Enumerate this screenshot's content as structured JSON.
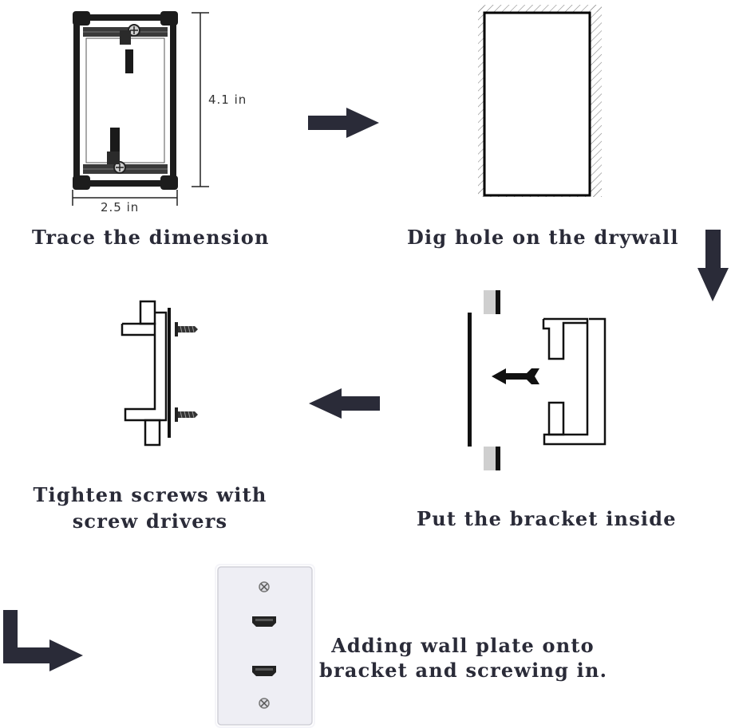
{
  "steps": {
    "trace": {
      "caption": "Trace the dimension",
      "width_label": "2.5 in",
      "height_label": "4.1 in"
    },
    "dig": {
      "caption": "Dig hole on the drywall"
    },
    "put": {
      "caption": "Put the bracket inside"
    },
    "tighten": {
      "caption_line1": "Tighten screws with",
      "caption_line2": "screw drivers"
    },
    "plate": {
      "caption_line1": "Adding wall plate onto",
      "caption_line2": "bracket and screwing in."
    }
  },
  "colors": {
    "arrow": "#2a2b38",
    "text": "#2a2b38",
    "line": "#111111",
    "plate": "#eeeef4",
    "drywall_edge": "#c8c8c8"
  },
  "icons": [
    "arrow-right-icon",
    "arrow-down-icon",
    "arrow-left-icon",
    "corner-arrow-icon",
    "screw-icon",
    "hdmi-port-icon"
  ]
}
